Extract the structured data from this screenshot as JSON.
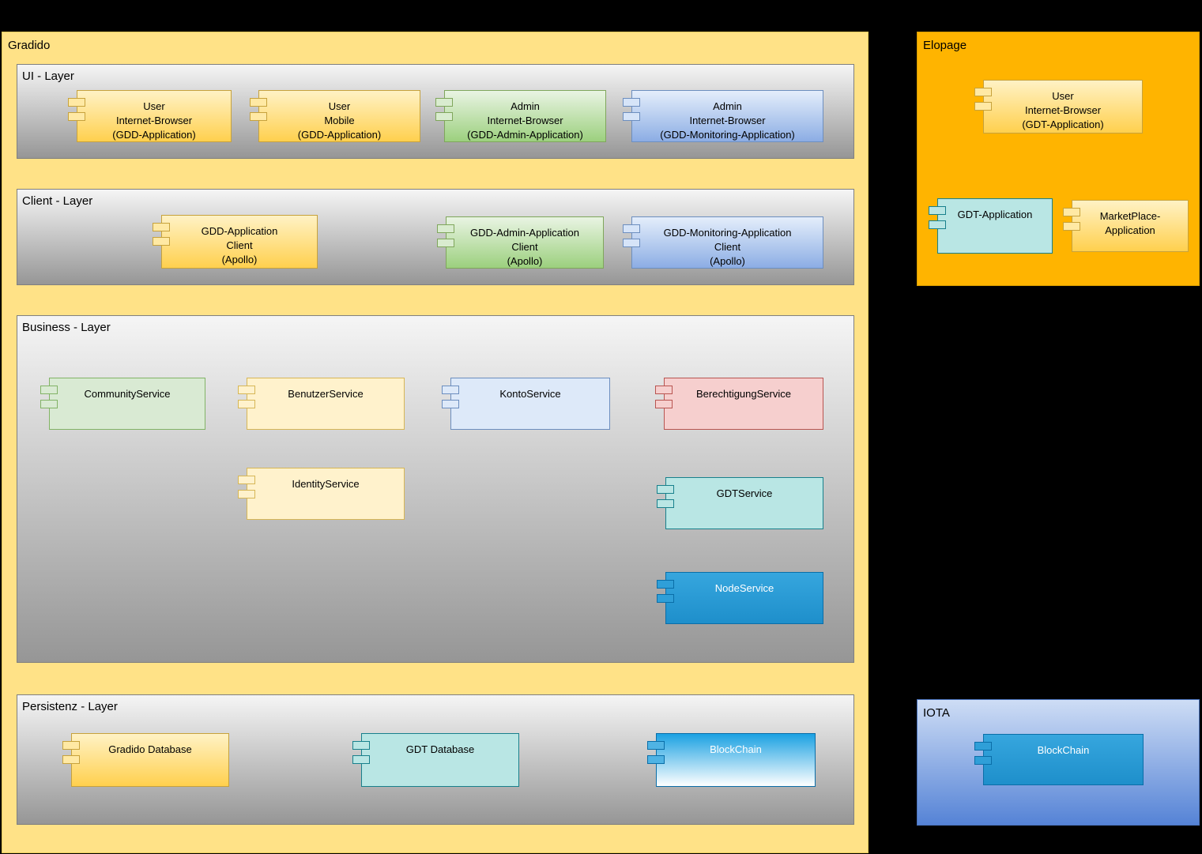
{
  "palette": {
    "canvas_background": "#000000",
    "gradido_container_fill": "#FFE287",
    "elopage_container_fill": "#FFB400",
    "iota_gradient_top": "#CEDDF5",
    "iota_gradient_bottom": "#5583D6",
    "layer_gradient_top": "#F5F5F5",
    "layer_gradient_bottom": "#969696",
    "yellow_component": "#FFD04E",
    "light_yellow_component": "#FFF2CC",
    "green_component": "#9CD07E",
    "light_green_component": "#D9EAD3",
    "blue_component": "#8CADE4",
    "light_blue_component": "#DDE9F9",
    "pink_component": "#F6CFCE",
    "teal_component": "#B9E6E4",
    "bright_blue_component": "#1BA1E2"
  },
  "gradido": {
    "label": "Gradido",
    "ui_layer": {
      "label": "UI - Layer",
      "components": [
        {
          "label": "User\nInternet-Browser\n(GDD-Application)"
        },
        {
          "label": "User\nMobile\n(GDD-Application)"
        },
        {
          "label": "Admin\nInternet-Browser\n(GDD-Admin-Application)"
        },
        {
          "label": "Admin\nInternet-Browser\n(GDD-Monitoring-Application)"
        }
      ]
    },
    "client_layer": {
      "label": "Client - Layer",
      "components": [
        {
          "label": "GDD-Application\nClient\n(Apollo)"
        },
        {
          "label": "GDD-Admin-Application\nClient\n(Apollo)"
        },
        {
          "label": "GDD-Monitoring-Application\nClient\n(Apollo)"
        }
      ]
    },
    "business_layer": {
      "label": "Business - Layer",
      "components": [
        {
          "label": "CommunityService"
        },
        {
          "label": "BenutzerService"
        },
        {
          "label": "KontoService"
        },
        {
          "label": "BerechtigungService"
        },
        {
          "label": "IdentityService"
        },
        {
          "label": "GDTService"
        },
        {
          "label": "NodeService"
        }
      ]
    },
    "persistenz_layer": {
      "label": "Persistenz - Layer",
      "components": [
        {
          "label": "Gradido Database"
        },
        {
          "label": "GDT Database"
        },
        {
          "label": "BlockChain"
        }
      ]
    }
  },
  "elopage": {
    "label": "Elopage",
    "components": [
      {
        "label": "User\nInternet-Browser\n(GDT-Application)"
      },
      {
        "label": "GDT-Application"
      },
      {
        "label": "MarketPlace-\nApplication"
      }
    ]
  },
  "iota": {
    "label": "IOTA",
    "components": [
      {
        "label": "BlockChain"
      }
    ]
  }
}
